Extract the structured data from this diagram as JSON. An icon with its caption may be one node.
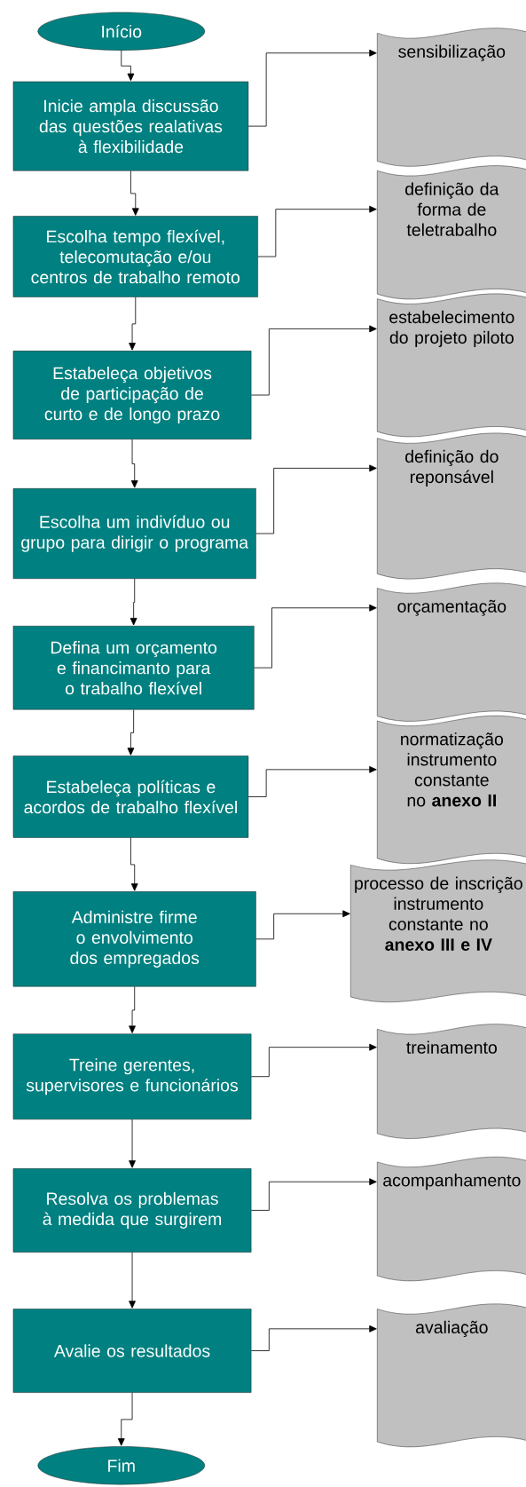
{
  "diagram": {
    "nodes": [
      {
        "text": [
          "Início"
        ]
      },
      {
        "text": [
          "Inicie ampla discussão das questões realativas à flexibilidade"
        ]
      },
      {
        "text": [
          "sensibilização"
        ]
      },
      {
        "text": [
          "Escolha tempo flexível, telecomutação e/ou centros de trabalho remoto"
        ]
      },
      {
        "text": [
          "definição da forma de teletrabalho"
        ]
      },
      {
        "text": [
          "Estabeleça objetivos de participação de curto e de longo prazo"
        ]
      },
      {
        "text": [
          "estabelecimento do projeto piloto"
        ]
      },
      {
        "text": [
          "Escolha um indivíduo ou grupo para dirigir o programa"
        ]
      },
      {
        "text": [
          "definição do reponsável"
        ]
      },
      {
        "text": [
          "Defina um orçamento e financimanto para o trabalho flexível"
        ]
      },
      {
        "text": [
          "orçamentação"
        ]
      },
      {
        "text": [
          "Estabeleça políticas e acordos de trabalho flexível"
        ]
      },
      {
        "text": [
          "normatização instrumento constante no **anexo II**"
        ]
      },
      {
        "text": [
          "Administre firme o envolvimento dos empregados"
        ]
      },
      {
        "text": [
          "processo de inscrição instrumento constante no **anexo III e IV**"
        ]
      },
      {
        "text": [
          "Treine gerentes, supervisores e funcionários"
        ]
      },
      {
        "text": [
          "treinamento"
        ]
      },
      {
        "text": [
          "Resolva os problemas à medida que surgirem"
        ]
      },
      {
        "text": [
          "acompanhamento"
        ]
      },
      {
        "text": [
          "Avalie os resultados"
        ]
      },
      {
        "text": [
          "avaliação"
        ]
      },
      {
        "text": [
          "Fim"
        ]
      }
    ],
    "edges": [
      {
        "from": 0,
        "to": 1,
        "arrow": "to"
      },
      {
        "from": 1,
        "to": 2,
        "arrow": "to"
      },
      {
        "from": 1,
        "to": 3,
        "arrow": "to"
      },
      {
        "from": 3,
        "to": 4,
        "arrow": "to"
      },
      {
        "from": 3,
        "to": 5,
        "arrow": "to"
      },
      {
        "from": 5,
        "to": 6,
        "arrow": "to"
      },
      {
        "from": 5,
        "to": 7,
        "arrow": "to"
      },
      {
        "from": 7,
        "to": 8,
        "arrow": "to"
      },
      {
        "from": 7,
        "to": 9,
        "arrow": "to"
      },
      {
        "from": 9,
        "to": 10,
        "arrow": "to"
      },
      {
        "from": 9,
        "to": 11,
        "arrow": "to"
      },
      {
        "from": 11,
        "to": 12,
        "arrow": "to"
      },
      {
        "from": 11,
        "to": 13,
        "arrow": "to"
      },
      {
        "from": 13,
        "to": 14,
        "arrow": "to"
      },
      {
        "from": 13,
        "to": 15,
        "arrow": "to"
      },
      {
        "from": 15,
        "to": 16,
        "arrow": "to"
      },
      {
        "from": 15,
        "to": 17,
        "arrow": "to"
      },
      {
        "from": 17,
        "to": 18,
        "arrow": "to"
      },
      {
        "from": 17,
        "to": 19,
        "arrow": "to"
      },
      {
        "from": 19,
        "to": 20,
        "arrow": "to"
      },
      {
        "from": 19,
        "to": 21,
        "arrow": "to"
      }
    ]
  }
}
